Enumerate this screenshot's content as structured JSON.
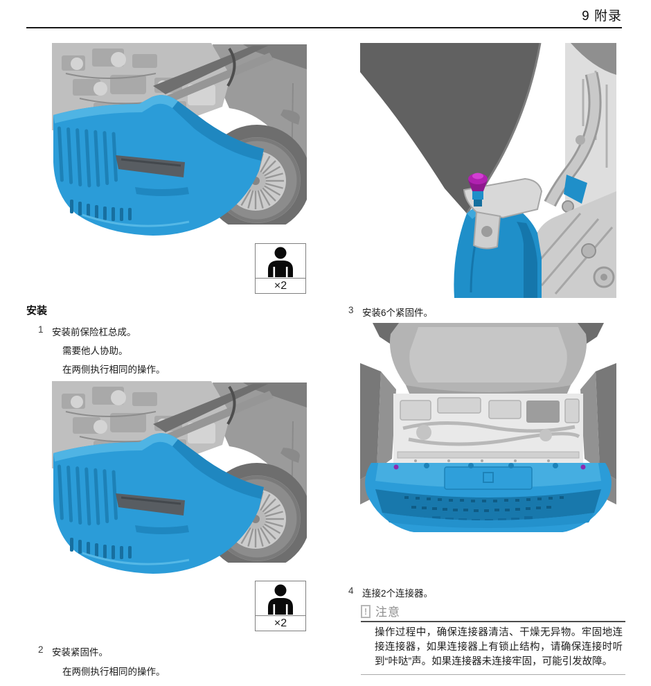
{
  "header": {
    "chapter": "9 附录"
  },
  "left": {
    "title": "安装",
    "steps": [
      {
        "number": "1",
        "text": "安装前保险杠总成。",
        "notes": [
          "需要他人协助。",
          "在两侧执行相同的操作。"
        ]
      },
      {
        "number": "2",
        "text": "安装紧固件。",
        "notes": [
          "在两侧执行相同的操作。"
        ]
      }
    ]
  },
  "right": {
    "steps": [
      {
        "number": "3",
        "text": "安装6个紧固件。"
      },
      {
        "number": "4",
        "text": "连接2个连接器。"
      }
    ],
    "caution": {
      "icon": "exclamation-icon",
      "title": "注意",
      "text": "操作过程中，确保连接器清洁、干燥无异物。牢固地连接连接器，如果连接器上有锁止结构，请确保连接时听到“咔哒”声。如果连接器未连接牢固，可能引发故障。"
    }
  },
  "badge": {
    "label": "×2",
    "icon": "person-icon"
  },
  "colors": {
    "highlight_blue": "#2B9CD8",
    "highlight_blue_dark": "#1878AC",
    "fastener_magenta": "#B021B0",
    "body_gray": "#9A9A9A",
    "fender_dark_gray": "#616161"
  }
}
